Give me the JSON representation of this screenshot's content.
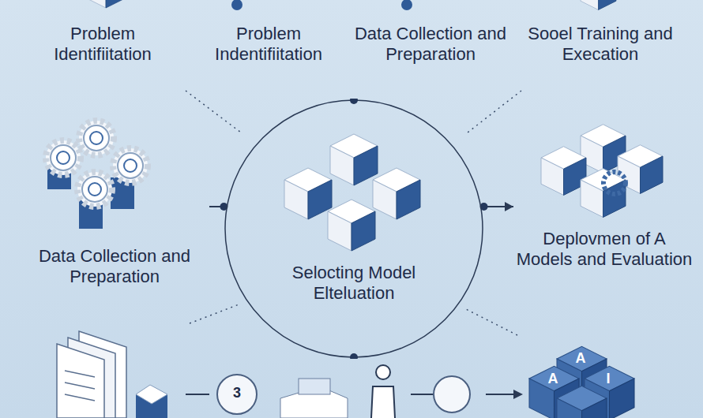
{
  "diagram": {
    "nodes": [
      {
        "text": [
          "Data Collection and Preparation"
        ]
      },
      {
        "text": [
          "Selocting Model Elteluation"
        ]
      },
      {
        "text": [
          "Deplovmen of A Models and Evaluation"
        ]
      }
    ],
    "edges": [
      {
        "from": 0,
        "to": 1,
        "arrow": "none"
      },
      {
        "from": 1,
        "to": 2,
        "arrow": "to"
      }
    ],
    "labels": [
      "Problem Identifiitation",
      "Problem Indentifiitation",
      "Data Collection and Preparation",
      "Sooel Training and Execation",
      "3",
      "A",
      "A",
      "I"
    ]
  }
}
